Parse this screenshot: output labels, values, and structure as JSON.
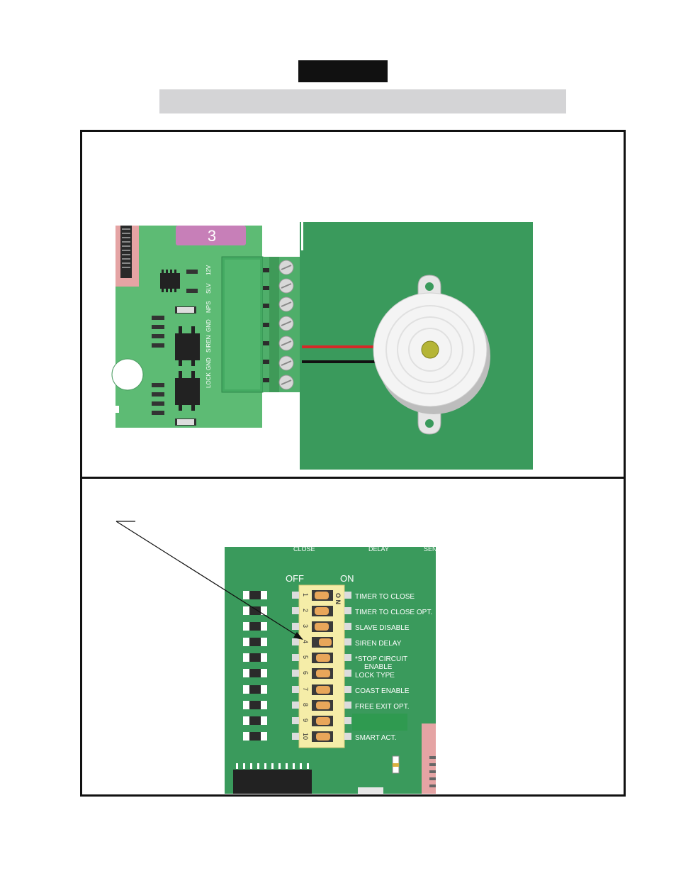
{
  "board_top": {
    "fuse_label": "3",
    "terminals": [
      "12V",
      "SLV",
      "NPS",
      "GND",
      "SIREN",
      "GND",
      "LOCK"
    ]
  },
  "dip_board": {
    "header_labels": [
      "CLOSE",
      "DELAY",
      "SEN"
    ],
    "off_label": "OFF",
    "on_label": "ON",
    "on_marker": "O N",
    "switch_numbers": [
      "1",
      "2",
      "3",
      "4",
      "5",
      "6",
      "7",
      "8",
      "9",
      "10"
    ],
    "switch_labels": [
      "TIMER TO CLOSE",
      "TIMER TO CLOSE  OPT.",
      "SLAVE DISABLE",
      "SIREN DELAY",
      "*STOP CIRCUIT",
      "LOCK TYPE",
      "COAST ENABLE",
      "FREE EXIT OPT.",
      "",
      "SMART ACT."
    ],
    "switch_label_line2": "ENABLE"
  },
  "colors": {
    "board_green_light": "#5dbb74",
    "board_green_dark": "#3a9a5c",
    "dip_yellow": "#f5eda8",
    "wire_red": "#d62828",
    "wire_black": "#111111"
  }
}
